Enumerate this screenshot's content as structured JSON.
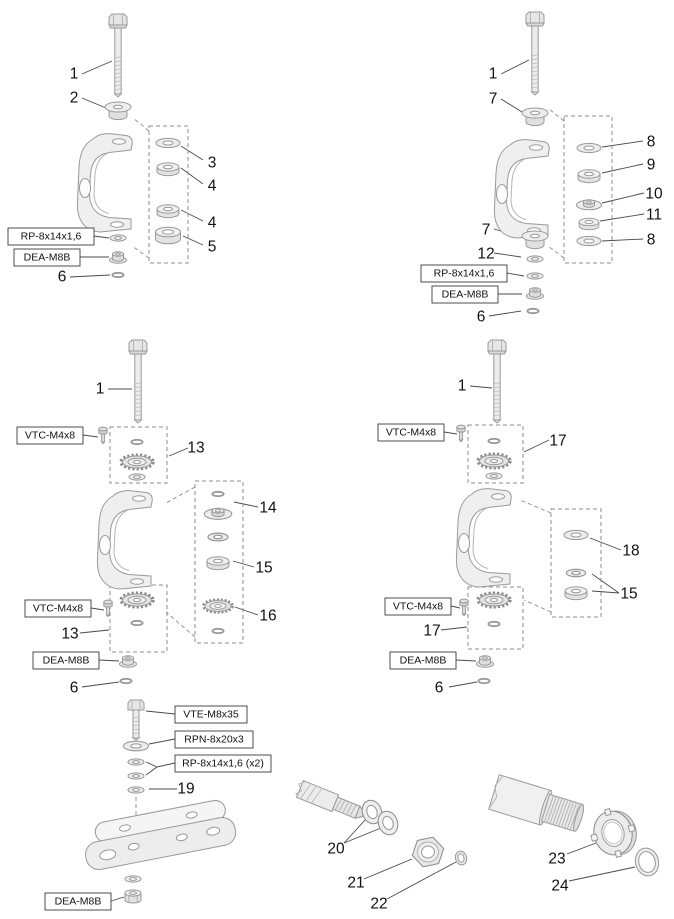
{
  "diagram": {
    "background": "#ffffff",
    "line_color": "#999999",
    "label_color": "#111111"
  },
  "top_left": {
    "callout_1": "1",
    "callout_2": "2",
    "callout_3": "3",
    "callout_4a": "4",
    "callout_4b": "4",
    "callout_5": "5",
    "callout_6": "6",
    "code_washer": "RP-8x14x1,6",
    "code_nut": "DEA-M8B"
  },
  "top_right": {
    "callout_1": "1",
    "callout_7a": "7",
    "callout_7b": "7",
    "callout_8a": "8",
    "callout_9": "9",
    "callout_10": "10",
    "callout_11": "11",
    "callout_8b": "8",
    "callout_12": "12",
    "callout_6": "6",
    "code_washer": "RP-8x14x1,6",
    "code_nut": "DEA-M8B"
  },
  "mid_left": {
    "callout_1": "1",
    "callout_13a": "13",
    "callout_14": "14",
    "callout_15": "15",
    "callout_16": "16",
    "callout_13b": "13",
    "callout_6": "6",
    "code_screw_top": "VTC-M4x8",
    "code_screw_bottom": "VTC-M4x8",
    "code_nut": "DEA-M8B"
  },
  "mid_right": {
    "callout_1": "1",
    "callout_17a": "17",
    "callout_18": "18",
    "callout_15": "15",
    "callout_17b": "17",
    "callout_6": "6",
    "code_screw_top": "VTC-M4x8",
    "code_screw_bottom": "VTC-M4x8",
    "code_nut": "DEA-M8B"
  },
  "bottom_left": {
    "code_bolt": "VTE-M8x35",
    "code_washer_large": "RPN-8x20x3",
    "code_washer_pair": "RP-8x14x1,6 (x2)",
    "callout_19": "19",
    "code_nut": "DEA-M8B"
  },
  "bottom_middle": {
    "callout_20": "20",
    "callout_21": "21",
    "callout_22": "22"
  },
  "bottom_right": {
    "callout_23": "23",
    "callout_24": "24"
  }
}
